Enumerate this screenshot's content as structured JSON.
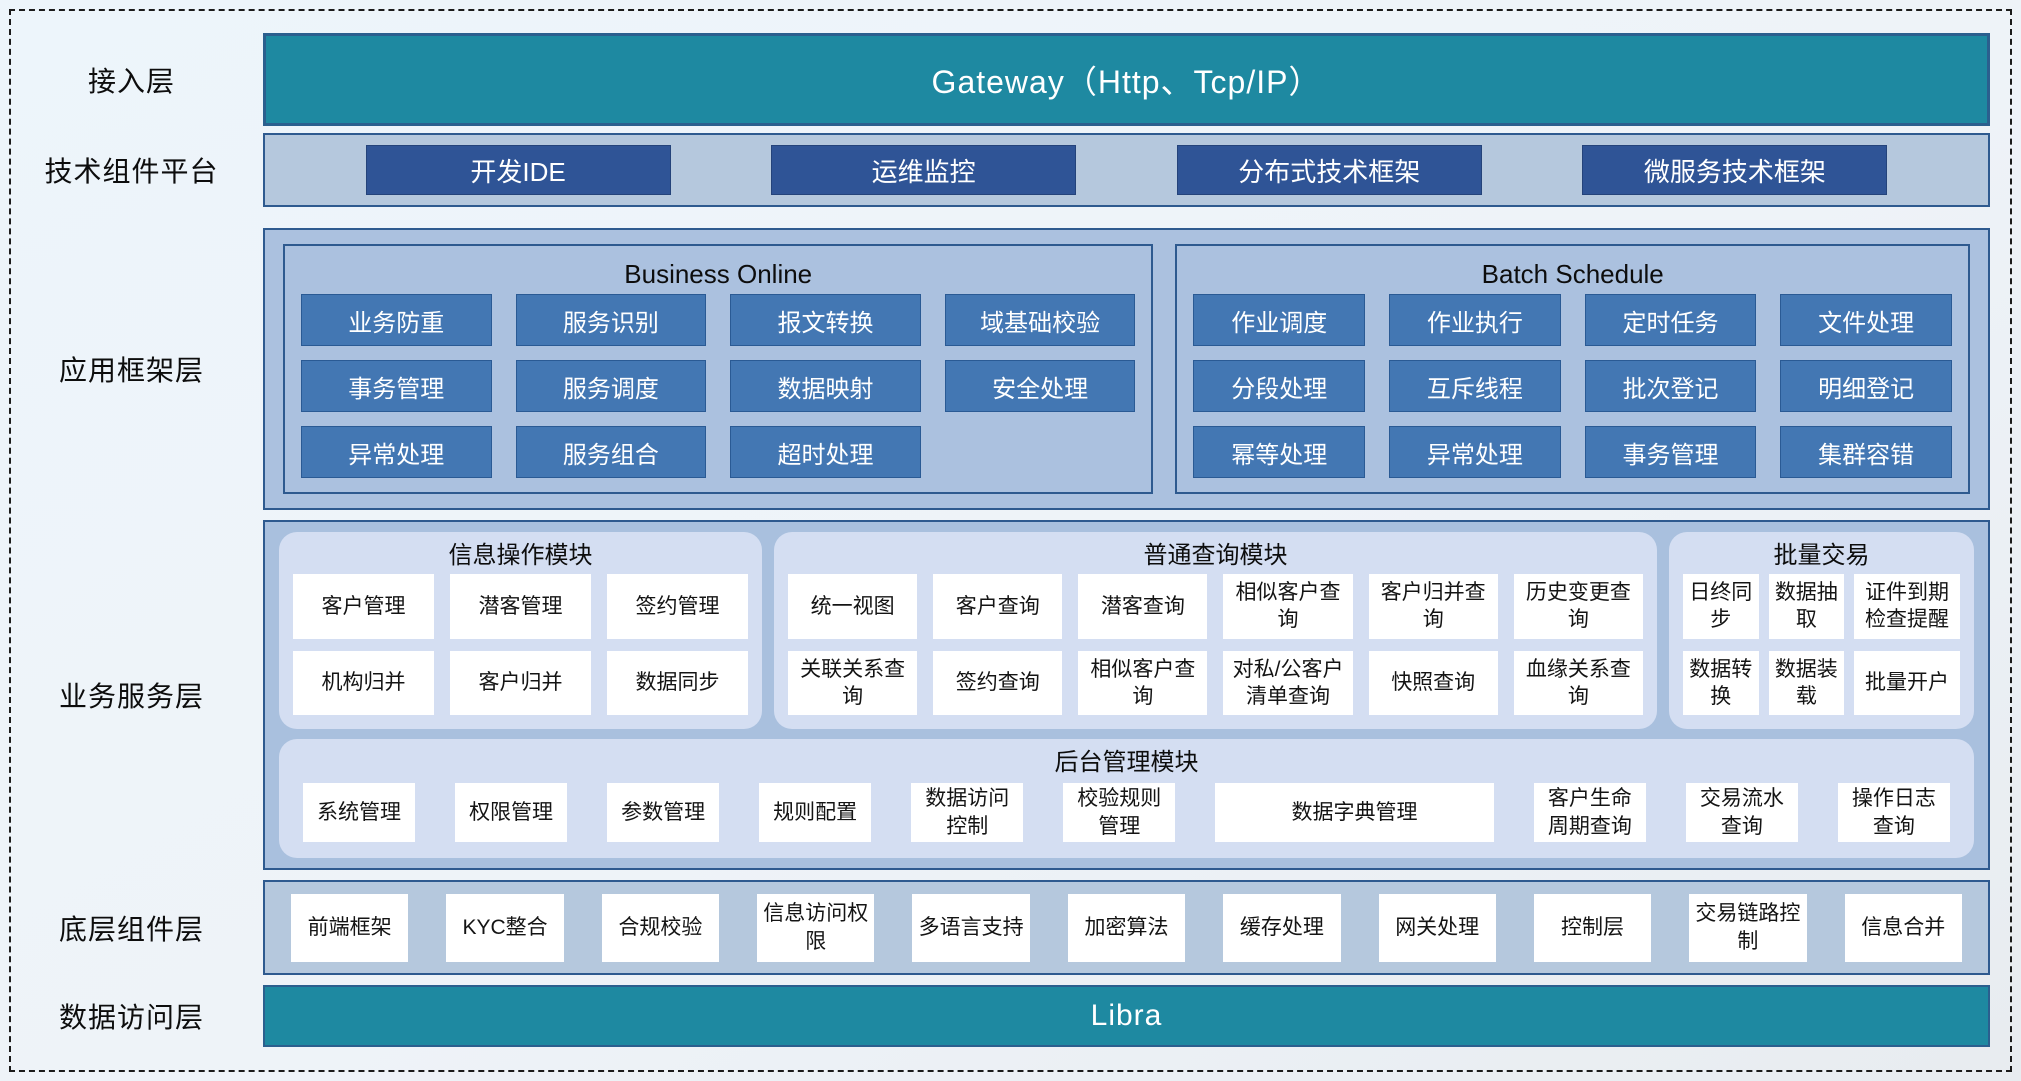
{
  "colors": {
    "teal_bar": "#1e89a1",
    "dark_blue_button": "#2f5496",
    "mid_blue_button": "#4377b3",
    "container_blue": "#abc1df",
    "panel_lavender": "#d4def2",
    "border_navy": "#2e5a8f"
  },
  "access": {
    "label": "接入层",
    "gateway": "Gateway（Http、Tcp/IP）"
  },
  "tech": {
    "label": "技术组件平台",
    "items": [
      "开发IDE",
      "运维监控",
      "分布式技术框架",
      "微服务技术框架"
    ]
  },
  "framework": {
    "label": "应用框架层",
    "online": {
      "title": "Business Online",
      "items": [
        "业务防重",
        "服务识别",
        "报文转换",
        "域基础校验",
        "事务管理",
        "服务调度",
        "数据映射",
        "安全处理",
        "异常处理",
        "服务组合",
        "超时处理"
      ]
    },
    "batch": {
      "title": "Batch Schedule",
      "items": [
        "作业调度",
        "作业执行",
        "定时任务",
        "文件处理",
        "分段处理",
        "互斥线程",
        "批次登记",
        "明细登记",
        "幂等处理",
        "异常处理",
        "事务管理",
        "集群容错"
      ]
    }
  },
  "business": {
    "label": "业务服务层",
    "info": {
      "title": "信息操作模块",
      "items": [
        "客户管理",
        "潜客管理",
        "签约管理",
        "机构归并",
        "客户归并",
        "数据同步"
      ]
    },
    "query": {
      "title": "普通查询模块",
      "items": [
        "统一视图",
        "客户查询",
        "潜客查询",
        "相似客户查询",
        "客户归并查询",
        "历史变更查询",
        "关联关系查询",
        "签约查询",
        "相似客户查询",
        "对私/公客户清单查询",
        "快照查询",
        "血缘关系查询"
      ]
    },
    "trade": {
      "title": "批量交易",
      "items": [
        "日终同步",
        "数据抽取",
        "证件到期检查提醒",
        "数据转换",
        "数据装载",
        "批量开户"
      ]
    },
    "admin": {
      "title": "后台管理模块",
      "items": [
        "系统管理",
        "权限管理",
        "参数管理",
        "规则配置",
        "数据访问控制",
        "校验规则管理",
        "数据字典管理",
        "客户生命周期查询",
        "交易流水查询",
        "操作日志查询"
      ]
    }
  },
  "components": {
    "label": "底层组件层",
    "items": [
      "前端框架",
      "KYC整合",
      "合规校验",
      "信息访问权限",
      "多语言支持",
      "加密算法",
      "缓存处理",
      "网关处理",
      "控制层",
      "交易链路控制",
      "信息合并"
    ]
  },
  "data_access": {
    "label": "数据访问层",
    "bar": "Libra"
  }
}
